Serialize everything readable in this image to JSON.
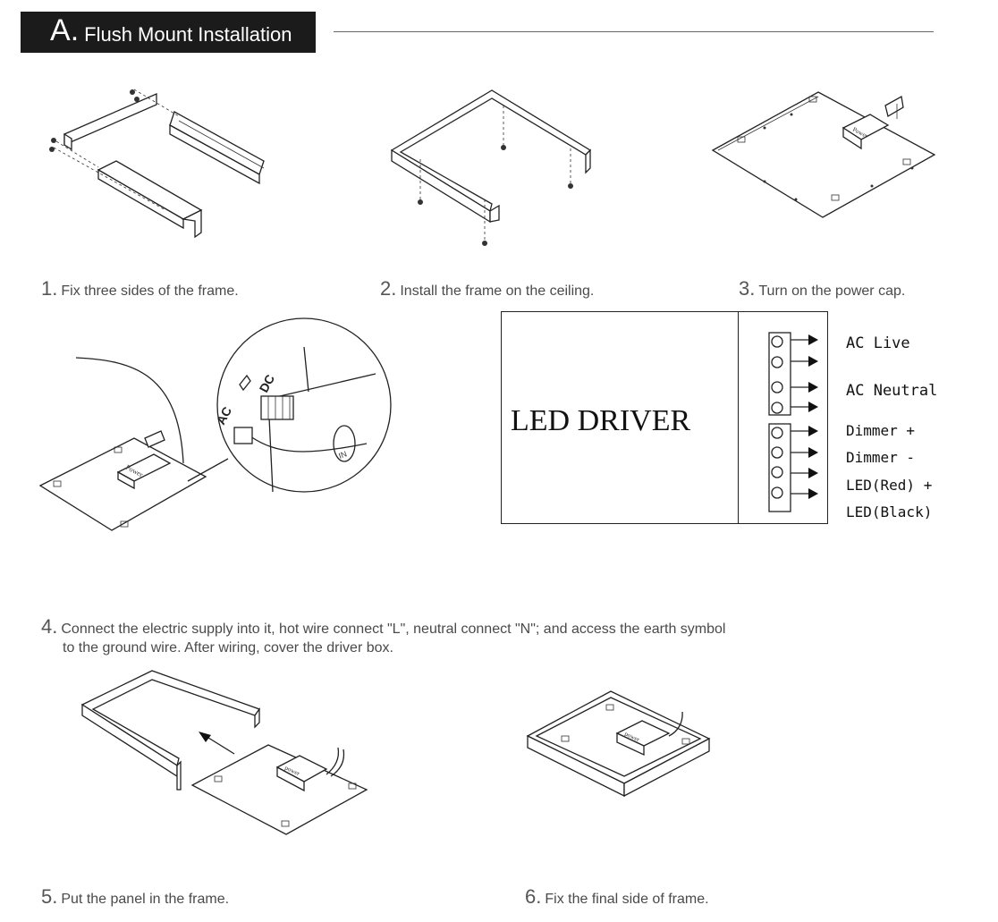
{
  "header": {
    "letter": "A",
    "dot": ".",
    "title": "Flush Mount Installation"
  },
  "steps": [
    {
      "num": "1.",
      "text": "Fix three sides of the frame."
    },
    {
      "num": "2.",
      "text": "Install the frame on the ceiling."
    },
    {
      "num": "3.",
      "text": "Turn on the power cap."
    },
    {
      "num": "4.",
      "line1": "Connect the electric supply into it, hot wire connect \"L\", neutral connect \"N\"; and access the earth symbol",
      "line2": "to the ground wire. After wiring, cover the driver box."
    },
    {
      "num": "5.",
      "text": "Put the panel in the frame."
    },
    {
      "num": "6.",
      "text": "Fix the final side of frame."
    }
  ],
  "driver": {
    "label": "LED DRIVER",
    "terminals": [
      "AC Live",
      "AC Neutral",
      "Dimmer +",
      "Dimmer -",
      "LED(Red) +",
      "LED(Black)"
    ]
  },
  "illustration_text": {
    "power_label": "Power",
    "ac": "AC",
    "dc": "DC",
    "in": "IN"
  }
}
